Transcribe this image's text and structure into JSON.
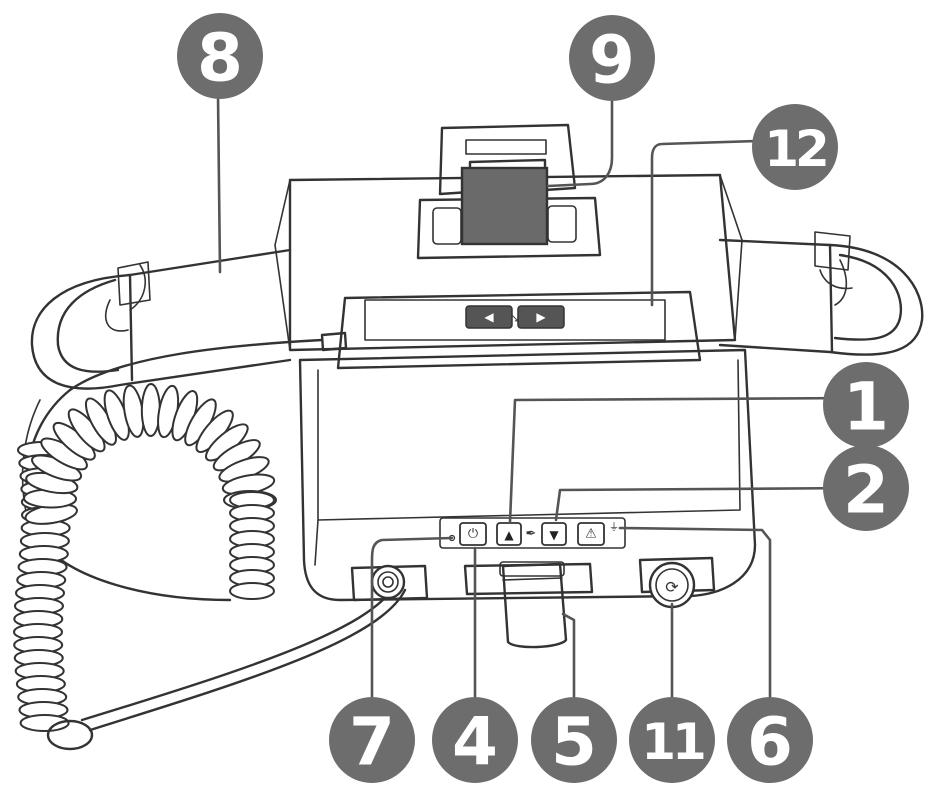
{
  "callouts": {
    "c1": "1",
    "c2": "2",
    "c4": "4",
    "c5": "5",
    "c6": "6",
    "c7": "7",
    "c8": "8",
    "c9": "9",
    "c11": "11",
    "c12": "12"
  },
  "colors": {
    "outline": "#333333",
    "callout_fill": "#6d6d6d",
    "callout_text": "#ffffff",
    "device_fill": "#ffffff",
    "dark_part": "#555555",
    "leader": "#555555"
  },
  "icons": {
    "power": "power-icon",
    "up": "arrow-up-icon",
    "down": "arrow-down-icon",
    "alarm": "warning-triangle-icon",
    "drip": "drip-icon",
    "ground": "ground-icon",
    "rotate": "rotate-icon",
    "left": "arrow-left-icon",
    "right": "arrow-right-icon"
  }
}
